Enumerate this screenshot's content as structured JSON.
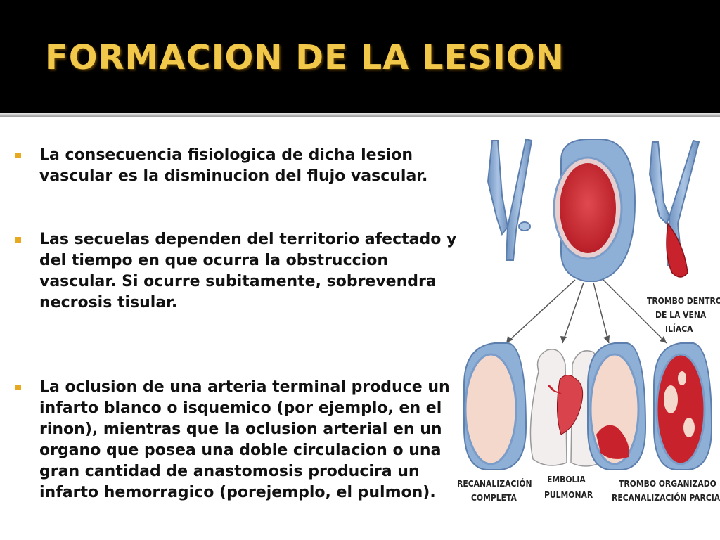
{
  "slide": {
    "title": "FORMACION DE LA LESION",
    "bullets": [
      "La consecuencia fisiologica de dicha lesion vascular es la disminucion del flujo vascular.",
      "Las secuelas dependen del territorio afectado y del tiempo en que ocurra la obstruccion vascular. Si ocurre subitamente, sobrevendra necrosis tisular.",
      "La oclusion de una arteria terminal produce un infarto blanco o isquemico (por ejemplo, en el rinon), mientras que la oclusion arterial en un organo que posea una doble circulacion o una gran cantidad de anastomosis producira un infarto hemorragico (porejemplo, el pulmon)."
    ],
    "illustration": {
      "labels": {
        "trombo_dentro": [
          "TROMBO DENTRO",
          "DE LA VENA",
          "ILÍACA"
        ],
        "recanalizacion_completa": [
          "RECANALIZACIÓN",
          "COMPLETA"
        ],
        "embolia_pulmonar": [
          "EMBOLIA",
          "PULMONAR"
        ],
        "trombo_organizado": [
          "TROMBO ORGANIZADO",
          "RECANALIZACIÓN PARCIAL"
        ]
      }
    }
  },
  "colors": {
    "title": "#f2c84b",
    "background_header": "#000000",
    "bullet_marker": "#e6a91f",
    "vessel_blue": "#8fb0d6",
    "clot_red": "#c8232c"
  }
}
